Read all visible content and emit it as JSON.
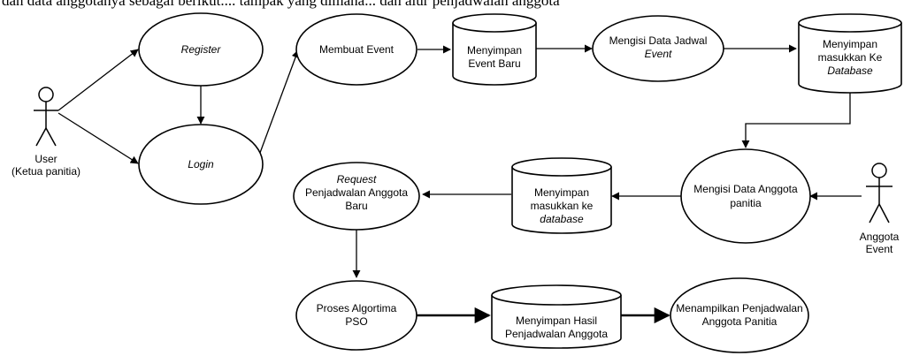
{
  "top_caption": "dan data anggotanya sebagai berikut.... tampak yang dimana... dan alur penjadwalan anggota",
  "actors": {
    "user": {
      "line1": "User",
      "line2": "(Ketua panitia)"
    },
    "anggota": {
      "line1": "Anggota",
      "line2": "Event"
    }
  },
  "nodes": {
    "register": {
      "lines": [
        "Register"
      ]
    },
    "login": {
      "lines": [
        "Login"
      ]
    },
    "membuat_event": {
      "lines": [
        "Membuat Event"
      ]
    },
    "menyimpan_event": {
      "lines": [
        "Menyimpan",
        "Event Baru"
      ]
    },
    "mengisi_jadwal": {
      "lines": [
        "Mengisi Data Jadwal",
        "Event"
      ]
    },
    "menyimpan_database": {
      "lines": [
        "Menyimpan",
        "masukkan Ke",
        "Database"
      ]
    },
    "mengisi_anggota": {
      "lines": [
        "Mengisi Data Anggota",
        "panitia"
      ]
    },
    "menyimpan_database2": {
      "lines": [
        "Menyimpan",
        "masukkan ke",
        "database"
      ]
    },
    "request": {
      "lines": [
        "Request",
        "Penjadwalan Anggota",
        "Baru"
      ]
    },
    "proses_pso": {
      "lines": [
        "Proses Algortima",
        "PSO"
      ]
    },
    "menyimpan_hasil": {
      "lines": [
        "Menyimpan Hasil",
        "Penjadwalan Anggota"
      ]
    },
    "menampilkan": {
      "lines": [
        "Menampilkan Penjadwalan",
        "Anggota Panitia"
      ]
    }
  }
}
